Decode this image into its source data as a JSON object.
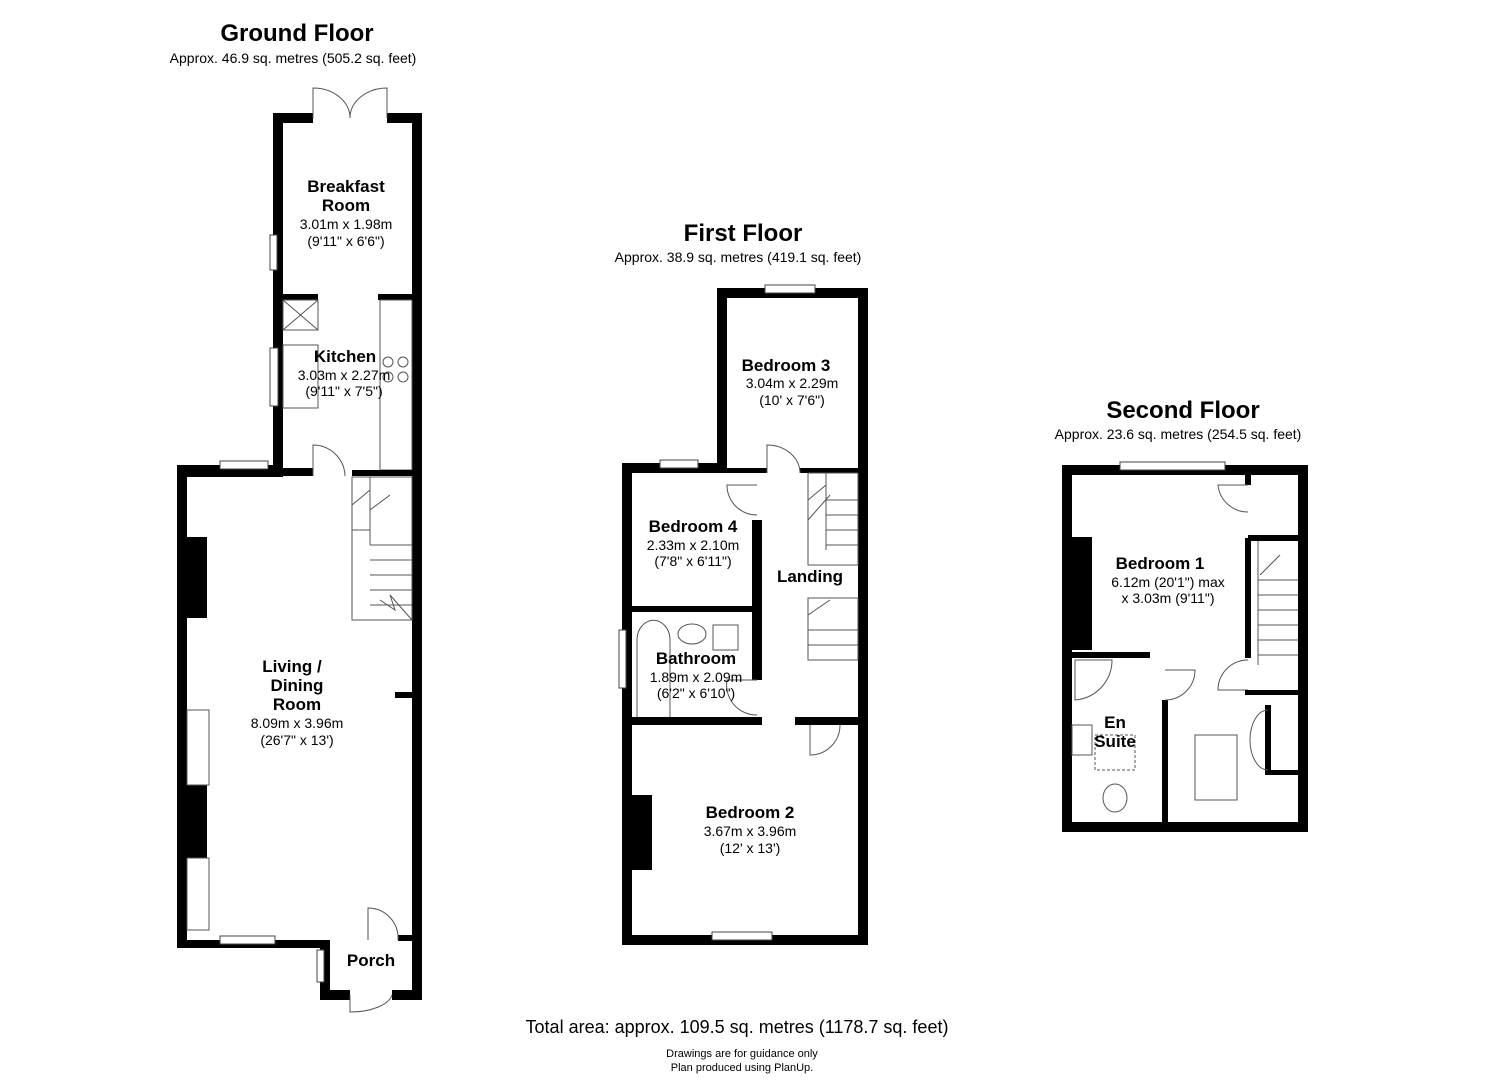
{
  "floors": {
    "ground": {
      "title": "Ground Floor",
      "area": "Approx. 46.9 sq. metres (505.2 sq. feet)",
      "rooms": [
        {
          "name1": "Breakfast",
          "name2": "Room",
          "metric": "3.01m x 1.98m",
          "imperial": "(9'11\" x 6'6\")"
        },
        {
          "name1": "Kitchen",
          "metric": "3.03m x 2.27m",
          "imperial": "(9'11\" x 7'5\")"
        },
        {
          "name1": "Living /",
          "name2": "Dining",
          "name3": "Room",
          "metric": "8.09m x 3.96m",
          "imperial": "(26'7\" x 13')"
        },
        {
          "name1": "Porch"
        }
      ]
    },
    "first": {
      "title": "First Floor",
      "area": "Approx. 38.9 sq. metres (419.1 sq. feet)",
      "rooms": [
        {
          "name1": "Bedroom 3",
          "metric": "3.04m x 2.29m",
          "imperial": "(10' x 7'6\")"
        },
        {
          "name1": "Bedroom 4",
          "metric": "2.33m x 2.10m",
          "imperial": "(7'8\" x 6'11\")"
        },
        {
          "name1": "Landing"
        },
        {
          "name1": "Bathroom",
          "metric": "1.89m x 2.09m",
          "imperial": "(6'2\" x 6'10\")"
        },
        {
          "name1": "Bedroom 2",
          "metric": "3.67m x 3.96m",
          "imperial": "(12' x 13')"
        }
      ]
    },
    "second": {
      "title": "Second Floor",
      "area": "Approx. 23.6 sq. metres (254.5 sq. feet)",
      "rooms": [
        {
          "name1": "Bedroom 1",
          "metric": "6.12m (20'1\") max",
          "imperial": "x 3.03m (9'11\")"
        },
        {
          "name1": "En",
          "name2": "Suite"
        }
      ]
    }
  },
  "footer": {
    "total": "Total area: approx. 109.5 sq. metres (1178.7 sq. feet)",
    "note1": "Drawings are for guidance only",
    "note2": "Plan produced using PlanUp."
  }
}
